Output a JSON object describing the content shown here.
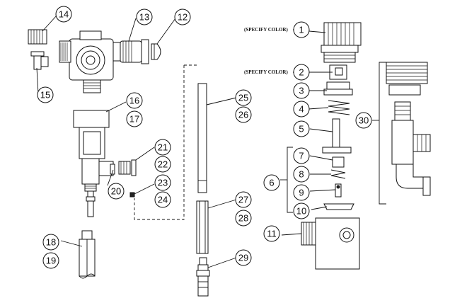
{
  "notes": {
    "specify_color_1": "(SPECIFY COLOR)",
    "specify_color_2": "(SPECIFY COLOR)"
  },
  "callouts": [
    {
      "id": "c1",
      "label": "1"
    },
    {
      "id": "c2",
      "label": "2"
    },
    {
      "id": "c3",
      "label": "3"
    },
    {
      "id": "c4",
      "label": "4"
    },
    {
      "id": "c5",
      "label": "5"
    },
    {
      "id": "c6",
      "label": "6"
    },
    {
      "id": "c7",
      "label": "7"
    },
    {
      "id": "c8",
      "label": "8"
    },
    {
      "id": "c9",
      "label": "9"
    },
    {
      "id": "c10",
      "label": "10"
    },
    {
      "id": "c11",
      "label": "11"
    },
    {
      "id": "c12",
      "label": "12"
    },
    {
      "id": "c13",
      "label": "13"
    },
    {
      "id": "c14",
      "label": "14"
    },
    {
      "id": "c15",
      "label": "15"
    },
    {
      "id": "c16",
      "label": "16"
    },
    {
      "id": "c17",
      "label": "17"
    },
    {
      "id": "c18",
      "label": "18"
    },
    {
      "id": "c19",
      "label": "19"
    },
    {
      "id": "c20",
      "label": "20"
    },
    {
      "id": "c21",
      "label": "21"
    },
    {
      "id": "c22",
      "label": "22"
    },
    {
      "id": "c23",
      "label": "23"
    },
    {
      "id": "c24",
      "label": "24"
    },
    {
      "id": "c25",
      "label": "25"
    },
    {
      "id": "c26",
      "label": "26"
    },
    {
      "id": "c27",
      "label": "27"
    },
    {
      "id": "c28",
      "label": "28"
    },
    {
      "id": "c29",
      "label": "29"
    },
    {
      "id": "c30",
      "label": "30"
    }
  ]
}
